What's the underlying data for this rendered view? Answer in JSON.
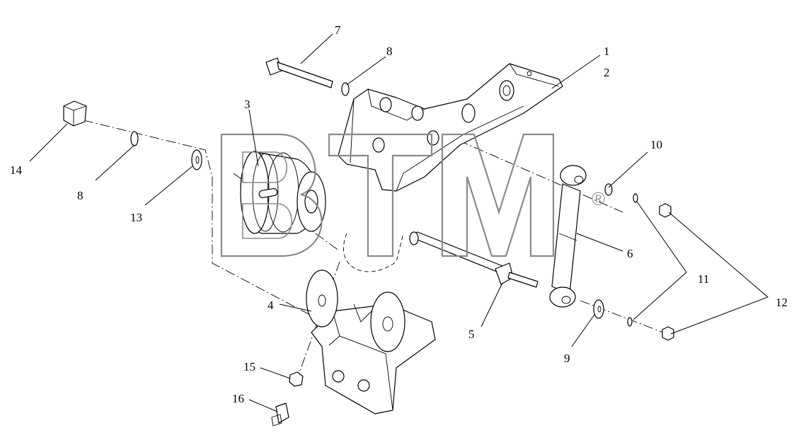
{
  "diagram": {
    "callouts": [
      {
        "id": "c1",
        "label": "1"
      },
      {
        "id": "c2",
        "label": "2"
      },
      {
        "id": "c3",
        "label": "3"
      },
      {
        "id": "c4",
        "label": "4"
      },
      {
        "id": "c5",
        "label": "5"
      },
      {
        "id": "c6",
        "label": "6"
      },
      {
        "id": "c7",
        "label": "7"
      },
      {
        "id": "c8a",
        "label": "8"
      },
      {
        "id": "c8b",
        "label": "8"
      },
      {
        "id": "c9",
        "label": "9"
      },
      {
        "id": "c10",
        "label": "10"
      },
      {
        "id": "c11",
        "label": "11"
      },
      {
        "id": "c12",
        "label": "12"
      },
      {
        "id": "c13",
        "label": "13"
      },
      {
        "id": "c14",
        "label": "14"
      },
      {
        "id": "c15",
        "label": "15"
      },
      {
        "id": "c16",
        "label": "16"
      }
    ]
  },
  "watermark": {
    "text": "BTM",
    "registered_mark": "®",
    "color": "#8a8a8a"
  }
}
